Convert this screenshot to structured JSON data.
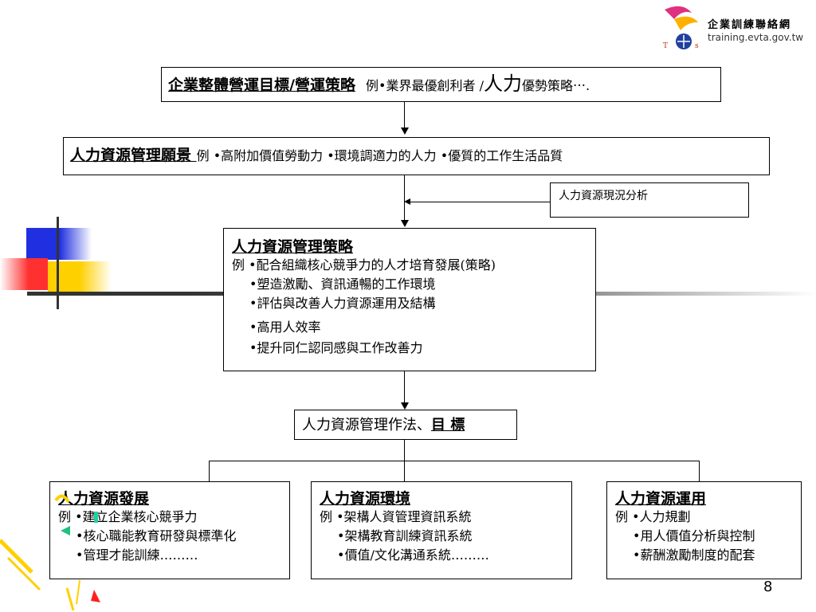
{
  "logo": {
    "org_name": "企業訓練聯絡網",
    "url": "training.evta.gov.tw"
  },
  "top_box": {
    "heading": "企業整體營運目標/營運策略",
    "example_prefix": "例•業界最優創利者 /",
    "example_big": "人力",
    "example_suffix": "優勢策略⋯."
  },
  "vision_box": {
    "heading": "人力資源管理願景 ",
    "example": "例 •高附加價值勞動力  •環境調適力的人力  •優質的工作生活品質"
  },
  "analysis_box": {
    "label": "人力資源現況分析"
  },
  "strategy_box": {
    "heading": "人力資源管理策略",
    "lines": [
      "例 •配合組織核心競爭力的人才培育發展(策略)",
      "•塑造激勵、資訊通暢的工作環境",
      "•評估與改善人力資源運用及結構",
      "•高用人效率",
      "•提升同仁認同感與工作改善力"
    ]
  },
  "method_box": {
    "label_plain": "人力資源管理作法、",
    "label_bold": "目 標"
  },
  "bottom_boxes": [
    {
      "heading": "人力資源發展",
      "lines": [
        "例 •建立企業核心競爭力",
        "•核心職能教育研發與標準化",
        "•管理才能訓練………"
      ]
    },
    {
      "heading": "人力資源環境",
      "lines": [
        "例 •架構人資管理資訊系統",
        "•架構教育訓練資訊系統",
        "•價值/文化溝通系統………"
      ]
    },
    {
      "heading": "人力資源運用",
      "lines": [
        "例 •人力規劃",
        "•用人價值分析與控制",
        "•薪酬激勵制度的配套"
      ]
    }
  ],
  "page_number": "8",
  "colors": {
    "blue": "#2030e0",
    "yellow": "#ffd000",
    "red": "#ff3030",
    "dark_line": "#333333"
  }
}
